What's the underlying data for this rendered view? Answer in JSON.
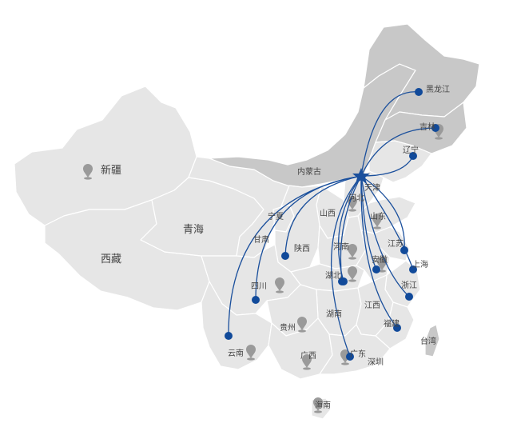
{
  "colors": {
    "land_light": "#e6e6e6",
    "land_mid": "#dcdcdc",
    "land_dark": "#c8c8c8",
    "route": "#1a4f9c",
    "dot": "#114a9a",
    "star": "#1a4f9c",
    "pin": "#9a9a9a"
  },
  "labels": {
    "xinjiang": "新疆",
    "xizang": "西藏",
    "qinghai": "青海",
    "gansu": "甘肃",
    "ningxia": "宁夏",
    "neimenggu": "内蒙古",
    "heilongjiang": "黑龙江",
    "jilin": "吉林",
    "liaoning": "辽宁",
    "tianjin": "天津",
    "hebei": "河北",
    "shanxi": "山西",
    "shaanxi": "陕西",
    "shandong": "山东",
    "henan": "河南",
    "jiangsu": "江苏",
    "anhui": "安徽",
    "shanghai": "上海",
    "hubei": "湖北",
    "sichuan": "四川",
    "zhejiang": "浙江",
    "hunan": "湖南",
    "jiangxi": "江西",
    "guizhou": "贵州",
    "fujian": "福建",
    "yunnan": "云南",
    "guangxi": "广西",
    "guangdong": "广东",
    "shenzhen": "深圳",
    "taiwan": "台湾",
    "hainan": "海南"
  },
  "icons": {
    "origin": "star-icon",
    "destination": "dot-marker-icon",
    "province": "location-pin-icon"
  }
}
